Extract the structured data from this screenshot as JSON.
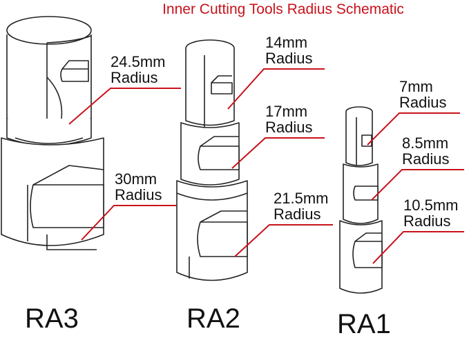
{
  "title": "Inner Cutting Tools Radius Schematic",
  "accent_color": "#c8121b",
  "tools": [
    {
      "name": "RA3",
      "labels": [
        {
          "size": "24.5mm",
          "word": "Radius"
        },
        {
          "size": "30mm",
          "word": "Radius"
        }
      ]
    },
    {
      "name": "RA2",
      "labels": [
        {
          "size": "14mm",
          "word": "Radius"
        },
        {
          "size": "17mm",
          "word": "Radius"
        },
        {
          "size": "21.5mm",
          "word": "Radius"
        }
      ]
    },
    {
      "name": "RA1",
      "labels": [
        {
          "size": "7mm",
          "word": "Radius"
        },
        {
          "size": "8.5mm",
          "word": "Radius"
        },
        {
          "size": "10.5mm",
          "word": "Radius"
        }
      ]
    }
  ]
}
